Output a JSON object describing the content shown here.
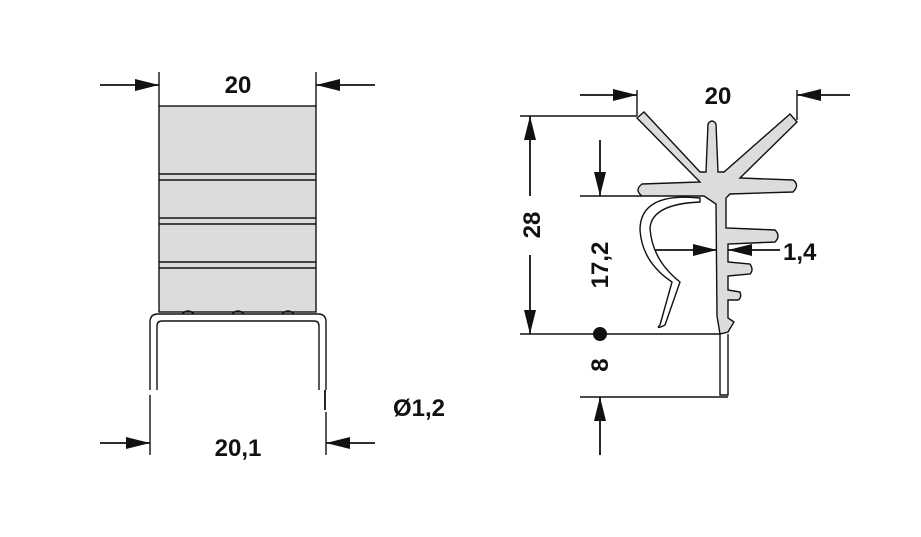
{
  "colors": {
    "ink": "#111111",
    "metal_fill": "#dcdcdc",
    "background": "#ffffff"
  },
  "front_view": {
    "width_top": "20",
    "width_bottom": "20,1",
    "pin_diameter": "Ø1,2"
  },
  "side_view": {
    "width_top": "20",
    "height_total": "28",
    "height_clip": "17,2",
    "thickness": "1,4",
    "pin_length": "8"
  }
}
